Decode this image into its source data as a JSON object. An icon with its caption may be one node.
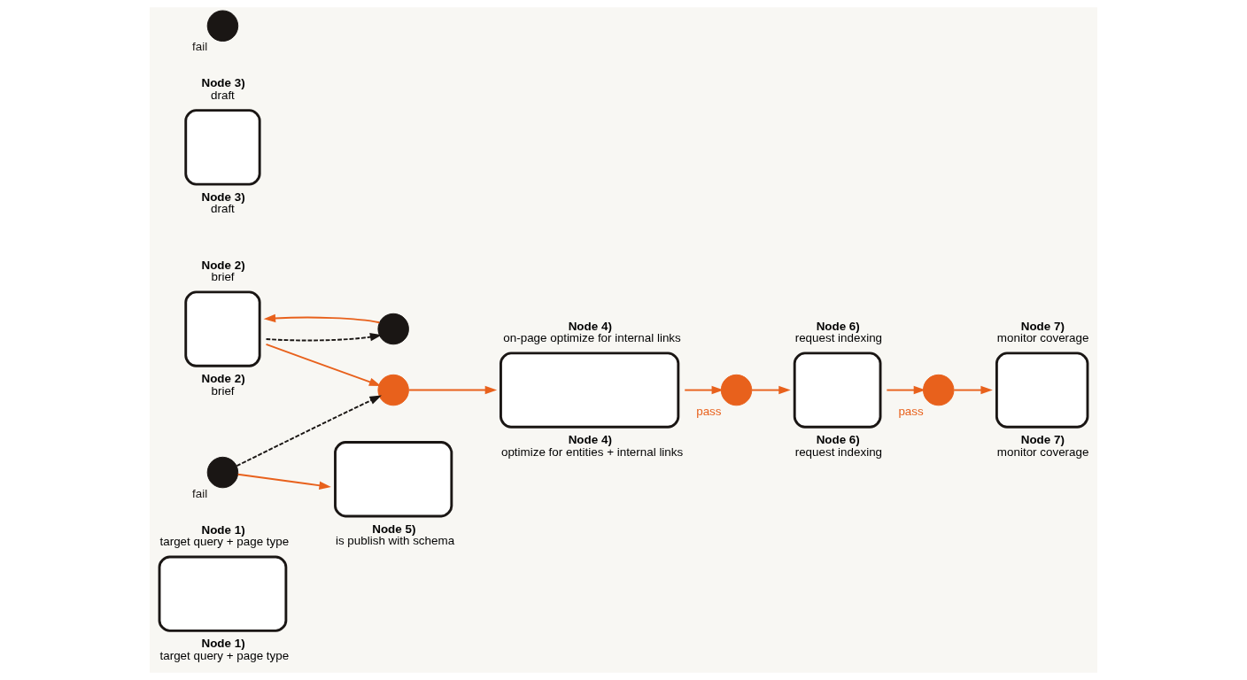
{
  "diagram": {
    "nodes": [
      {
        "text": [
          "Node 1)",
          "target query + page type",
          "Node 1)",
          "target query + page type"
        ]
      },
      {
        "text": [
          "Node 2)",
          "brief",
          "Node 2)",
          "brief"
        ]
      },
      {
        "text": [
          "Node 3)",
          "draft",
          "Node 3)",
          "draft"
        ]
      },
      {
        "text": [
          "Node 4)",
          "on-page optimize for internal links",
          "Node 4)",
          "optimize for entities + internal links"
        ]
      },
      {
        "text": [
          "Node 5)",
          "is publish with schema"
        ]
      },
      {
        "text": [
          "Node 6)",
          "request indexing",
          "Node 6)",
          "request indexing"
        ]
      },
      {
        "text": [
          "Node 7)",
          "monitor coverage",
          "Node 7)",
          "monitor coverage"
        ]
      },
      {
        "text": [],
        "shape": "circle"
      },
      {
        "text": [],
        "shape": "circle"
      },
      {
        "text": [],
        "shape": "circle",
        "beside": [
          "fail"
        ]
      },
      {
        "text": [],
        "shape": "circle",
        "beside": [
          "pass"
        ]
      },
      {
        "text": [],
        "shape": "circle",
        "beside": [
          "fail"
        ]
      },
      {
        "text": [],
        "shape": "circle",
        "beside": [
          "pass"
        ]
      }
    ],
    "edges": [
      {
        "from": 7,
        "to": 1,
        "arrow": "to"
      },
      {
        "from": 1,
        "to": 7,
        "arrow": "to",
        "style": "dashed",
        "color": "#1a1614"
      },
      {
        "from": 1,
        "to": 8,
        "arrow": "to"
      },
      {
        "from": 8,
        "to": 3,
        "arrow": "to"
      },
      {
        "from": 9,
        "to": 8,
        "arrow": "to",
        "style": "dashed",
        "color": "#1a1614"
      },
      {
        "from": 9,
        "to": 4,
        "arrow": "to"
      },
      {
        "from": 3,
        "to": 10,
        "arrow": "to"
      },
      {
        "from": 10,
        "to": 5,
        "arrow": "to"
      },
      {
        "from": 5,
        "to": 12,
        "arrow": "to"
      },
      {
        "from": 12,
        "to": 6,
        "arrow": "to"
      }
    ]
  }
}
